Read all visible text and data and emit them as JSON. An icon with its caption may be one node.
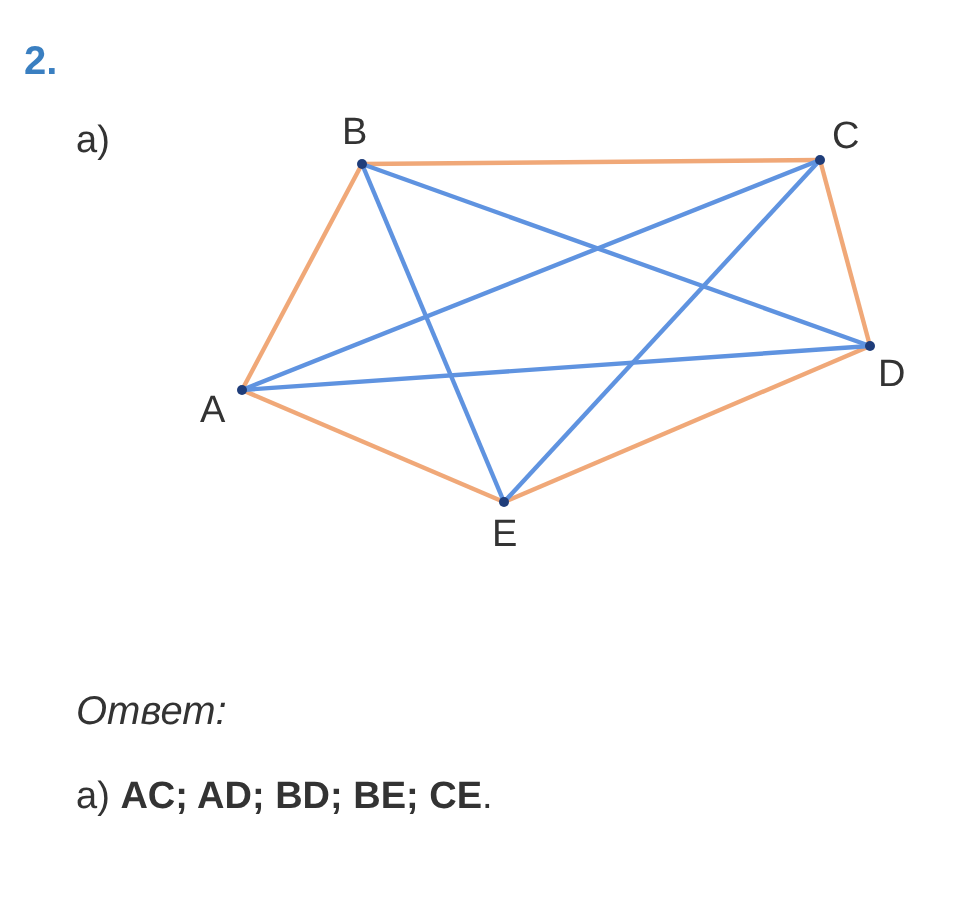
{
  "diagram": {
    "nodes": [
      {
        "text": [
          "A"
        ]
      },
      {
        "text": [
          "B"
        ]
      },
      {
        "text": [
          "C"
        ]
      },
      {
        "text": [
          "D"
        ]
      },
      {
        "text": [
          "E"
        ]
      }
    ],
    "edges": [
      {
        "from": 0,
        "to": 1,
        "arrow": "none",
        "color": "#f0a878"
      },
      {
        "from": 1,
        "to": 2,
        "arrow": "none",
        "color": "#f0a878"
      },
      {
        "from": 2,
        "to": 3,
        "arrow": "none",
        "color": "#f0a878"
      },
      {
        "from": 3,
        "to": 4,
        "arrow": "none",
        "color": "#f0a878"
      },
      {
        "from": 4,
        "to": 0,
        "arrow": "none",
        "color": "#f0a878"
      },
      {
        "from": 0,
        "to": 2,
        "arrow": "none",
        "color": "#5f93e0"
      },
      {
        "from": 0,
        "to": 3,
        "arrow": "none",
        "color": "#5f93e0"
      },
      {
        "from": 1,
        "to": 3,
        "arrow": "none",
        "color": "#5f93e0"
      },
      {
        "from": 1,
        "to": 4,
        "arrow": "none",
        "color": "#5f93e0"
      },
      {
        "from": 2,
        "to": 4,
        "arrow": "none",
        "color": "#5f93e0"
      }
    ],
    "labels": [
      "2.",
      "а)",
      "Ответ:",
      "а) **AC; AD; BD; BE; CE**."
    ]
  }
}
